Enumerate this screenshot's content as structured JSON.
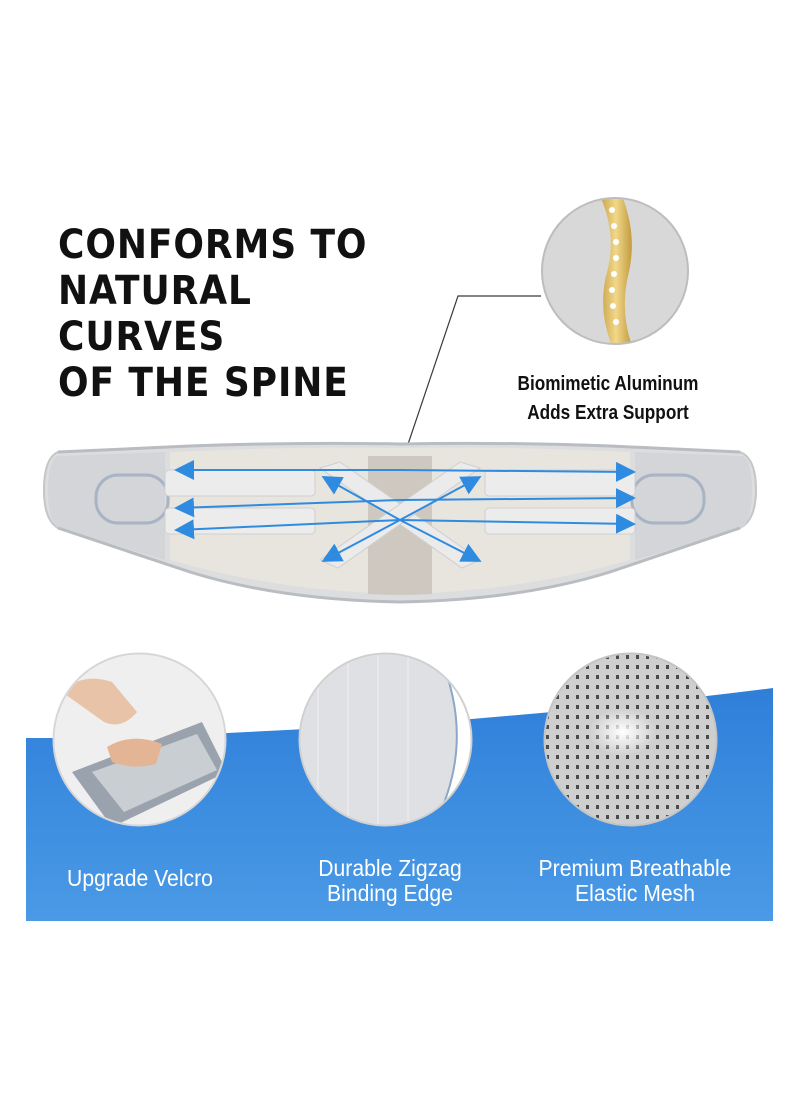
{
  "headline": {
    "lines": [
      "CONFORMS TO",
      "NATURAL",
      "CURVES",
      "OF THE SPINE"
    ]
  },
  "callout": {
    "line1": "Biomimetic Aluminum",
    "line2": "Adds Extra Support"
  },
  "features": [
    {
      "icon": "velcro-closeup-icon",
      "label_lines": [
        "Upgrade Velcro"
      ]
    },
    {
      "icon": "zigzag-edge-closeup-icon",
      "label_lines": [
        "Durable Zigzag",
        "Binding Edge"
      ]
    },
    {
      "icon": "mesh-closeup-icon",
      "label_lines": [
        "Premium Breathable",
        "Elastic Mesh"
      ]
    }
  ],
  "colors": {
    "banner_blue": "#3e8fe3",
    "arrow_blue": "#2f8be0",
    "belt_gray": "#d9dadc",
    "headline_text": "#111111",
    "feature_text": "#ffffff"
  }
}
